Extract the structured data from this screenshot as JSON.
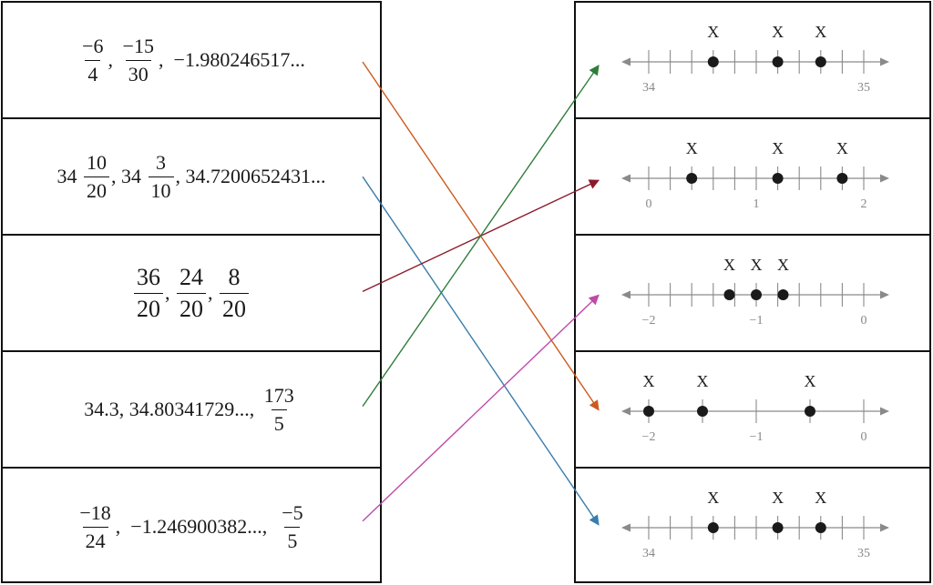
{
  "left_items": [
    {
      "parts": [
        {
          "t": "frac",
          "n": "−6",
          "d": "4"
        },
        {
          "t": "text",
          "v": ", "
        },
        {
          "t": "frac",
          "n": "−15",
          "d": "30"
        },
        {
          "t": "text",
          "v": ",  −1.980246517..."
        }
      ]
    },
    {
      "parts": [
        {
          "t": "text",
          "v": "34 "
        },
        {
          "t": "frac",
          "n": "10",
          "d": "20"
        },
        {
          "t": "text",
          "v": ", 34 "
        },
        {
          "t": "frac",
          "n": "3",
          "d": "10"
        },
        {
          "t": "text",
          "v": ", 34.7200652431..."
        }
      ]
    },
    {
      "parts": [
        {
          "t": "frac",
          "n": "36",
          "d": "20",
          "big": true
        },
        {
          "t": "text",
          "v": ", "
        },
        {
          "t": "frac",
          "n": "24",
          "d": "20",
          "big": true
        },
        {
          "t": "text",
          "v": ", "
        },
        {
          "t": "frac",
          "n": "8",
          "d": "20",
          "big": true
        }
      ]
    },
    {
      "parts": [
        {
          "t": "text",
          "v": "34.3, 34.80341729..., "
        },
        {
          "t": "frac",
          "n": "173",
          "d": "5"
        }
      ]
    },
    {
      "parts": [
        {
          "t": "frac",
          "n": "−18",
          "d": "24"
        },
        {
          "t": "text",
          "v": ",  −1.246900382...,  "
        },
        {
          "t": "frac",
          "n": "−5",
          "d": "5"
        }
      ]
    }
  ],
  "number_lines": [
    {
      "min": 34,
      "max": 35,
      "divisions": 10,
      "labels": [
        "34",
        "35"
      ],
      "points": [
        34.3,
        34.6,
        34.8
      ],
      "mark": "X"
    },
    {
      "min": 0,
      "max": 2,
      "divisions": 10,
      "labels": [
        "0",
        "1",
        "2"
      ],
      "points": [
        0.4,
        1.2,
        1.8
      ],
      "mark": "X"
    },
    {
      "min": -2,
      "max": 0,
      "divisions": 10,
      "labels": [
        "−2",
        "−1",
        "0"
      ],
      "points": [
        -1.25,
        -1.0,
        -0.75
      ],
      "mark": "X"
    },
    {
      "min": -2,
      "max": 0,
      "divisions": 4,
      "labels": [
        "−2",
        "−1",
        "0"
      ],
      "points": [
        -2.0,
        -1.5,
        -0.5
      ],
      "mark": "X"
    },
    {
      "min": 34,
      "max": 35,
      "divisions": 10,
      "labels": [
        "34",
        "35"
      ],
      "points": [
        34.3,
        34.6,
        34.8
      ],
      "mark": "X"
    }
  ],
  "connections": [
    {
      "from": 0,
      "to": 3,
      "color": "#cc5a1e"
    },
    {
      "from": 1,
      "to": 4,
      "color": "#3a7dab"
    },
    {
      "from": 2,
      "to": 1,
      "color": "#8b1a2b"
    },
    {
      "from": 3,
      "to": 0,
      "color": "#2e7d3a"
    },
    {
      "from": 4,
      "to": 2,
      "color": "#c04aa8"
    }
  ]
}
